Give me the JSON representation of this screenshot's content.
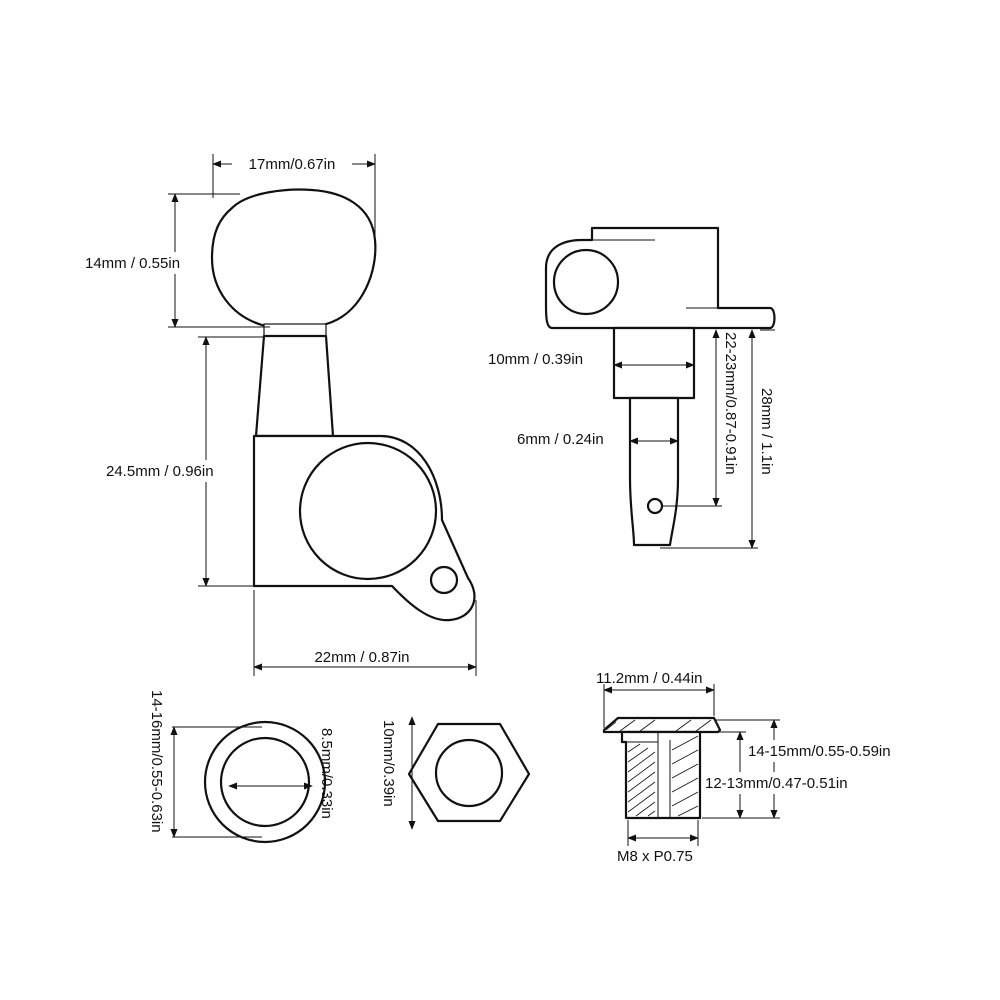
{
  "labels": {
    "knob_width": "17mm/0.67in",
    "knob_height": "14mm / 0.55in",
    "body_height": "24.5mm / 0.96in",
    "body_width": "22mm / 0.87in",
    "post_diameter_top": "10mm / 0.39in",
    "post_diameter_bottom": "6mm / 0.24in",
    "post_length_short": "22-23mm/0.87-0.91in",
    "post_length_total": "28mm / 1.1in",
    "washer_outer": "14-16mm/0.55-0.63in",
    "washer_inner": "8.5mm/0.33in",
    "nut_size": "10mm/0.39in",
    "bushing_flange": "11.2mm / 0.44in",
    "bushing_outer": "14-15mm/0.55-0.59in",
    "bushing_inner": "12-13mm/0.47-0.51in",
    "thread": "M8 x P0.75"
  },
  "colors": {
    "line": "#111111",
    "background": "#ffffff"
  }
}
